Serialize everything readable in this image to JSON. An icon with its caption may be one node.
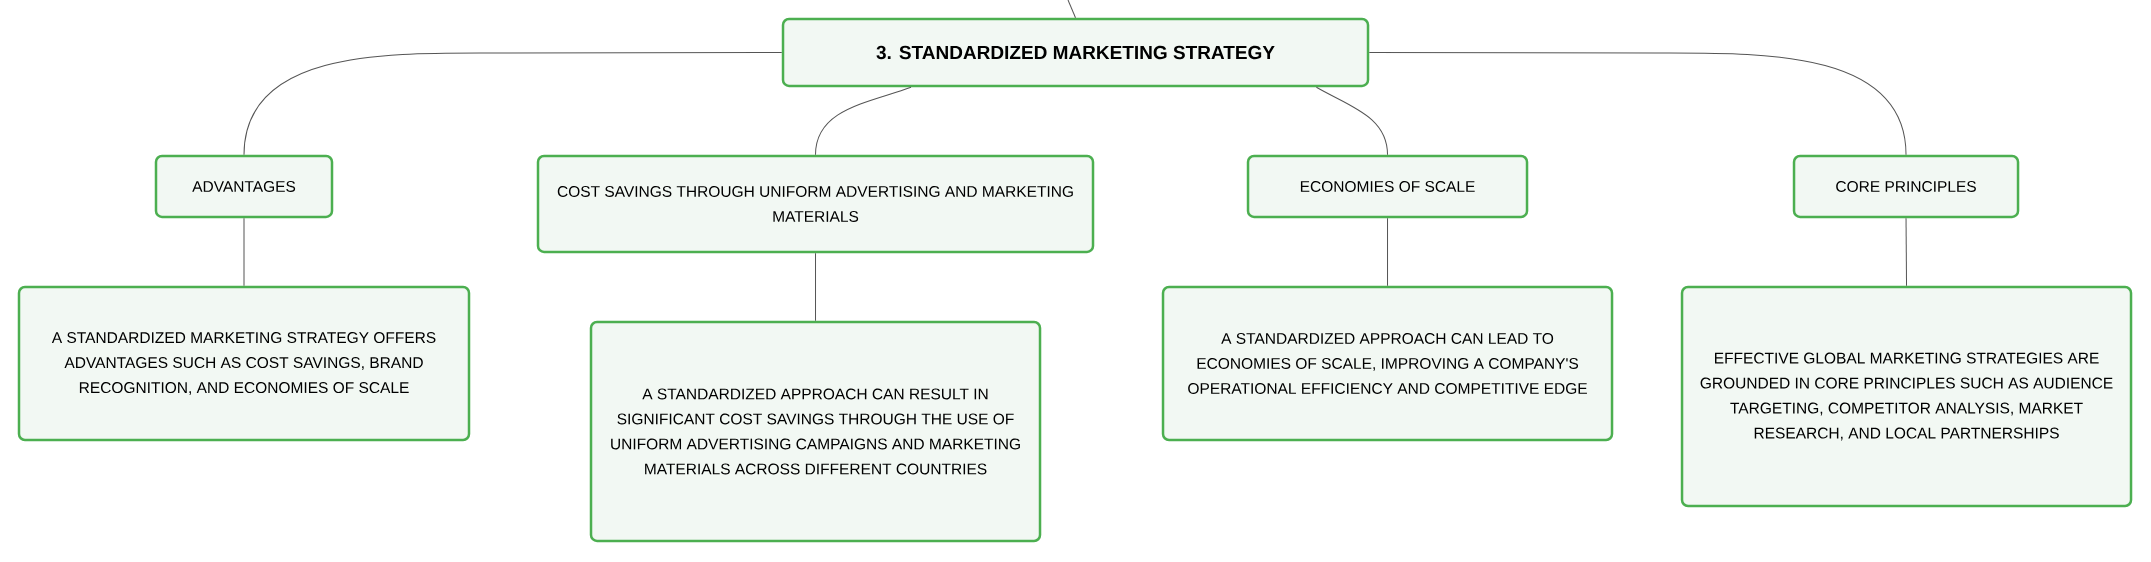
{
  "diagram": {
    "nodes": [
      {
        "text": [
          "3. STANDARDIZED MARKETING STRATEGY"
        ]
      },
      {
        "text": [
          "ADVANTAGES"
        ]
      },
      {
        "text": [
          "COST SAVINGS THROUGH UNIFORM ADVERTISING AND MARKETING MATERIALS"
        ]
      },
      {
        "text": [
          "ECONOMIES OF SCALE"
        ]
      },
      {
        "text": [
          "CORE PRINCIPLES"
        ]
      },
      {
        "text": [
          "A STANDARDIZED MARKETING STRATEGY OFFERS ADVANTAGES SUCH AS COST SAVINGS, BRAND RECOGNITION, AND ECONOMIES OF SCALE"
        ]
      },
      {
        "text": [
          "A STANDARDIZED APPROACH CAN RESULT IN SIGNIFICANT COST SAVINGS THROUGH THE USE OF UNIFORM ADVERTISING CAMPAIGNS AND MARKETING MATERIALS ACROSS DIFFERENT COUNTRIES"
        ]
      },
      {
        "text": [
          "A STANDARDIZED APPROACH CAN LEAD TO ECONOMIES OF SCALE, IMPROVING A COMPANY'S OPERATIONAL EFFICIENCY AND COMPETITIVE EDGE"
        ]
      },
      {
        "text": [
          "EFFECTIVE GLOBAL MARKETING STRATEGIES ARE GROUNDED IN CORE PRINCIPLES SUCH AS AUDIENCE TARGETING, COMPETITOR ANALYSIS, MARKET RESEARCH, AND LOCAL PARTNERSHIPS"
        ]
      }
    ],
    "edges": [
      {
        "from": null,
        "to": 0,
        "arrow": "none"
      },
      {
        "from": 0,
        "to": 1,
        "arrow": "none"
      },
      {
        "from": 0,
        "to": 2,
        "arrow": "none"
      },
      {
        "from": 0,
        "to": 3,
        "arrow": "none"
      },
      {
        "from": 0,
        "to": 4,
        "arrow": "none"
      },
      {
        "from": 1,
        "to": 5,
        "arrow": "none"
      },
      {
        "from": 2,
        "to": 6,
        "arrow": "none"
      },
      {
        "from": 3,
        "to": 7,
        "arrow": "none"
      },
      {
        "from": 4,
        "to": 8,
        "arrow": "none"
      }
    ]
  }
}
